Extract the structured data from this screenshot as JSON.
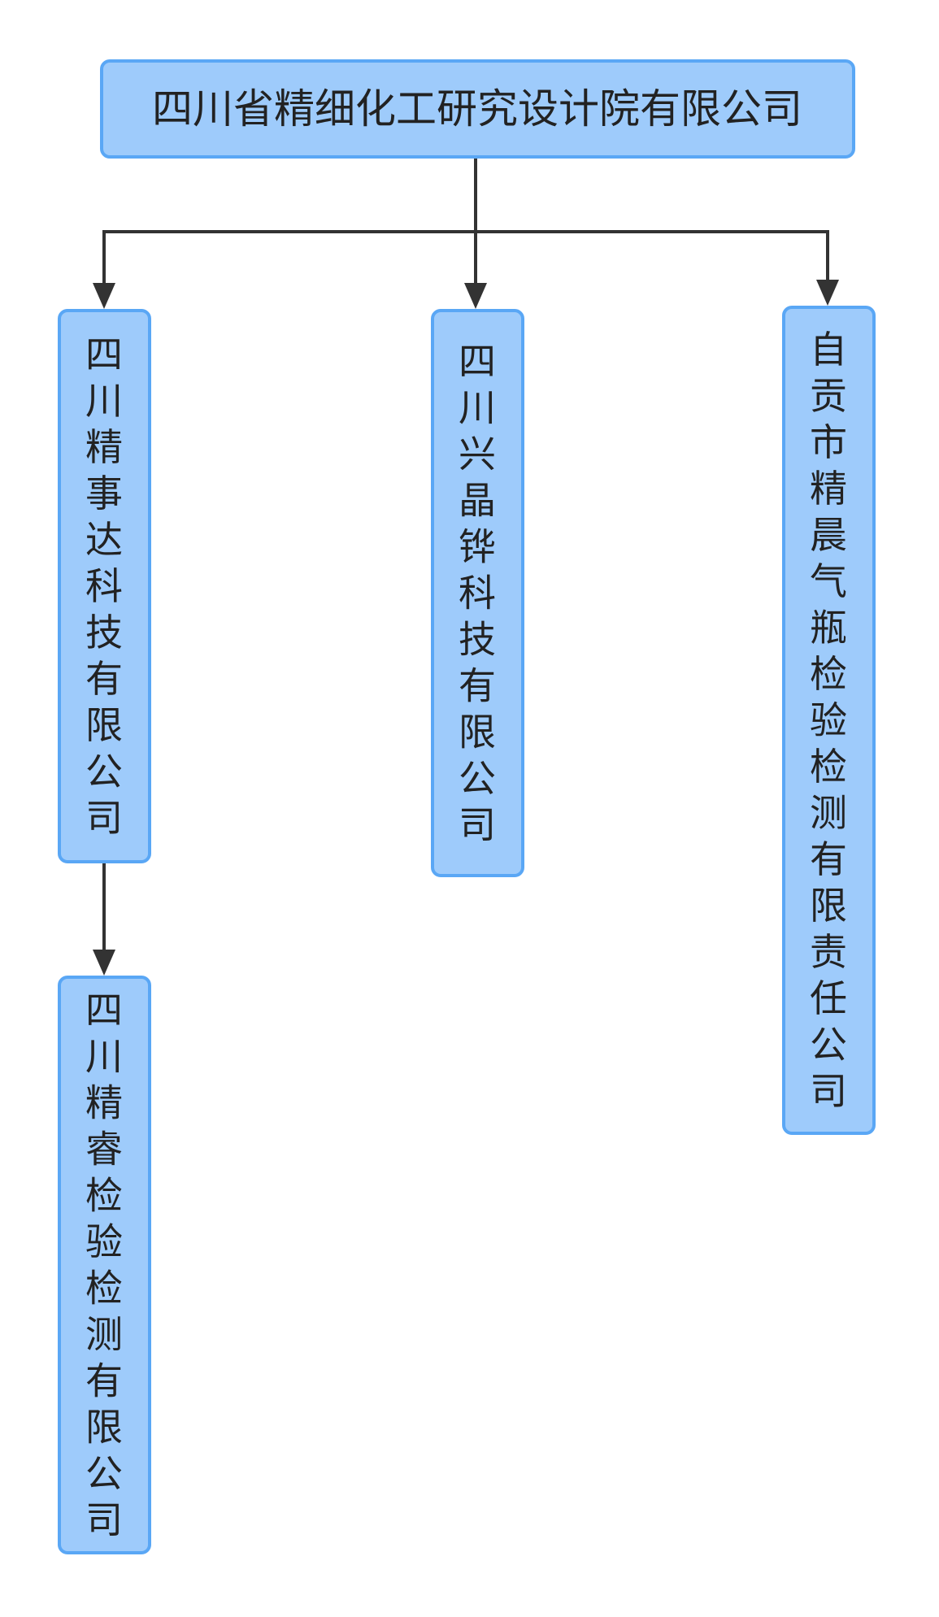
{
  "colors": {
    "node_fill": "#9ecbfb",
    "node_stroke": "#5aa7f5",
    "edge": "#333333",
    "text": "#222222"
  },
  "nodes": {
    "root": {
      "label": "四川省精细化工研究设计院有限公司"
    },
    "jingshida": {
      "label": "四川精事达科技有限公司"
    },
    "xingjingye": {
      "label": "四川兴晶铧科技有限公司"
    },
    "zigong": {
      "label": "自贡市精晨气瓶检验检测有限责任公司"
    },
    "jingrui": {
      "label": "四川精睿检验检测有限公司"
    }
  }
}
